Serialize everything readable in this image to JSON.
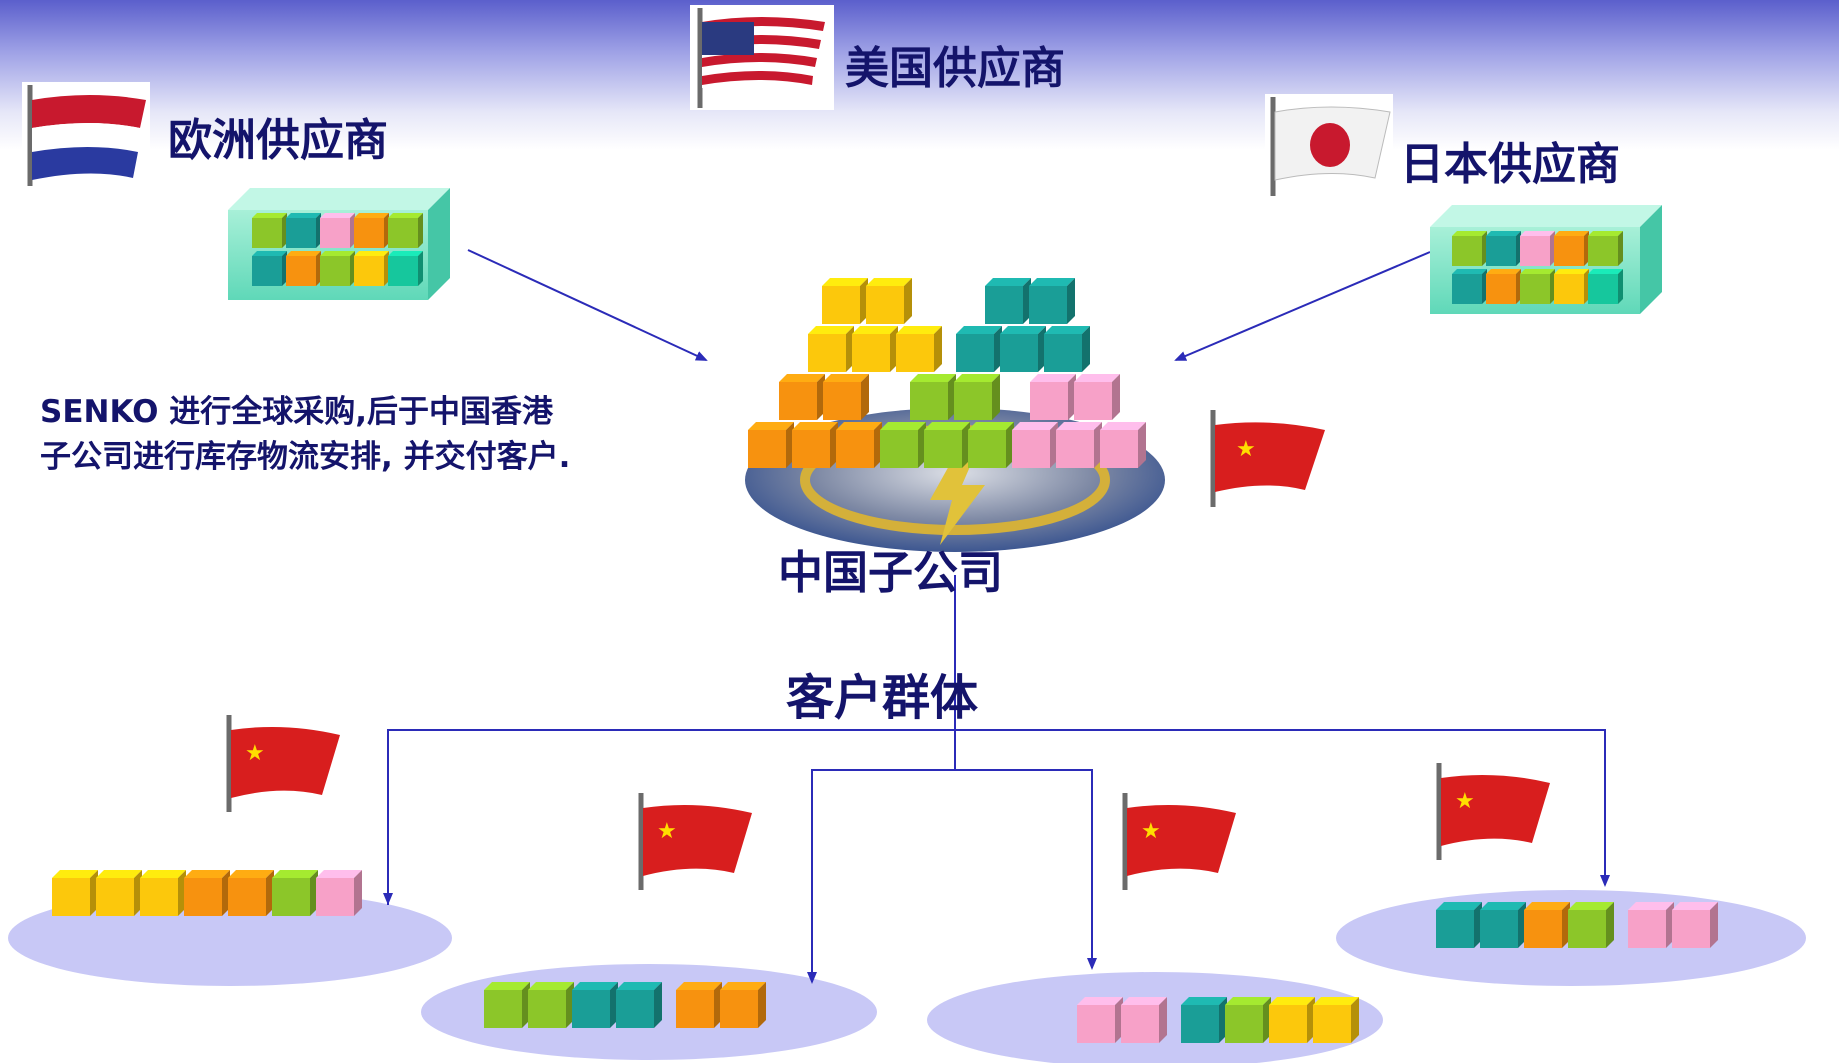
{
  "suppliers": {
    "usa": {
      "label": "美国供应商",
      "flag": "usa-flag"
    },
    "europe": {
      "label": "欧洲供应商",
      "flag": "netherlands-flag"
    },
    "japan": {
      "label": "日本供应商",
      "flag": "japan-flag"
    }
  },
  "hub": {
    "label": "中国子公司",
    "flag": "china-flag"
  },
  "description": {
    "line1": "SENKO 进行全球采购,后于中国香港",
    "line2": "子公司进行库存物流安排, 并交付客户."
  },
  "customers": {
    "label": "客户群体",
    "flag": "china-flag"
  },
  "colors": {
    "yellow": "#fcc80c",
    "orange": "#f7920f",
    "green": "#8cc629",
    "teal": "#1a9e97",
    "pink": "#f7a1c8",
    "mint": "#16c79d",
    "arrow": "#2b2bb8",
    "title": "#14146b",
    "platform": "#c8c8f6"
  },
  "box_colors": {
    "hub_stack": [
      "yellow",
      "teal",
      "orange",
      "green",
      "pink"
    ],
    "europe_container": [
      "green",
      "teal",
      "pink",
      "orange",
      "green",
      "teal",
      "orange",
      "green",
      "yellow",
      "mint"
    ],
    "japan_container": [
      "green",
      "teal",
      "pink",
      "orange",
      "green",
      "teal",
      "orange",
      "green",
      "yellow",
      "mint"
    ],
    "customer_1": [
      "yellow",
      "yellow",
      "yellow",
      "orange",
      "orange",
      "green",
      "pink"
    ],
    "customer_2": [
      "green",
      "green",
      "teal",
      "teal",
      "orange",
      "orange"
    ],
    "customer_3": [
      "pink",
      "pink",
      "teal",
      "green",
      "yellow",
      "yellow"
    ],
    "customer_4": [
      "teal",
      "teal",
      "orange",
      "green",
      "pink",
      "pink"
    ]
  }
}
